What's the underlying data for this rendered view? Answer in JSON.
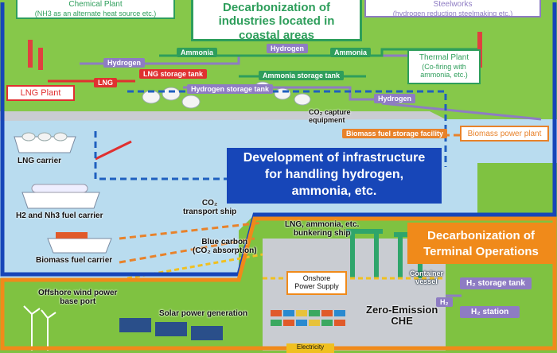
{
  "colors": {
    "hydrogen": "#8e7cc3",
    "ammonia": "#2e9e5b",
    "lng": "#e03030",
    "co2": "#1f5fbf",
    "biomass": "#e8822a",
    "infra_blue": "#1746b8",
    "terminal_orange": "#f08a1a",
    "sea": "#b9dcef",
    "land": "#7fc241"
  },
  "headings": {
    "coastal_line1": "Decarbonization of",
    "coastal_line2": "industries located in",
    "coastal_line3": "coastal areas",
    "infrastructure_line1": "Development of infrastructure",
    "infrastructure_line2": "for handling hydrogen,",
    "infrastructure_line3": "ammonia, etc.",
    "terminal_line1": "Decarbonization of",
    "terminal_line2": "Terminal Operations"
  },
  "facilities": {
    "chemical_title": "Chemical Plant",
    "chemical_sub": "(NH3 as an alternate heat source etc.)",
    "steel_title": "Steelworks",
    "steel_sub": "(hydrogen reduction steelmaking etc.)",
    "thermal_line1": "Thermal Plant",
    "thermal_line2": "(Co-firing with",
    "thermal_line3": "ammonia, etc.)",
    "lng_plant": "LNG Plant",
    "biomass_plant": "Biomass power plant"
  },
  "tags": {
    "hydrogen": "Hydrogen",
    "ammonia": "Ammonia",
    "lng": "LNG",
    "lng_storage": "LNG storage tank",
    "hydrogen_storage": "Hydrogen storage tank",
    "ammonia_storage": "Ammonia storage tank",
    "biomass_storage": "Biomass fuel storage facility",
    "h2_storage": "H₂ storage tank",
    "h2_station": "H₂ station",
    "h2_small": "H₂"
  },
  "labels": {
    "co2_capture_line1": "CO₂ capture",
    "co2_capture_line2": "equipment",
    "lng_carrier": "LNG carrier",
    "h2_nh3_carrier": "H2 and Nh3 fuel carrier",
    "biomass_carrier": "Biomass fuel carrier",
    "co2_ship_line1": "CO₂",
    "co2_ship_line2": "transport ship",
    "bunkering_line1": "LNG, ammonia, etc.",
    "bunkering_line2": "bunkering ship",
    "blue_carbon_line1": "Blue carbon",
    "blue_carbon_line2": "(CO₂ absorption)",
    "offshore_line1": "Offshore wind power",
    "offshore_line2": "base port",
    "solar": "Solar power generation",
    "onshore_line1": "Onshore",
    "onshore_line2": "Power Supply",
    "container_line1": "Container",
    "container_line2": "vessel",
    "zero_line1": "Zero-Emission",
    "zero_line2": "CHE",
    "electricity": "Electricity"
  }
}
